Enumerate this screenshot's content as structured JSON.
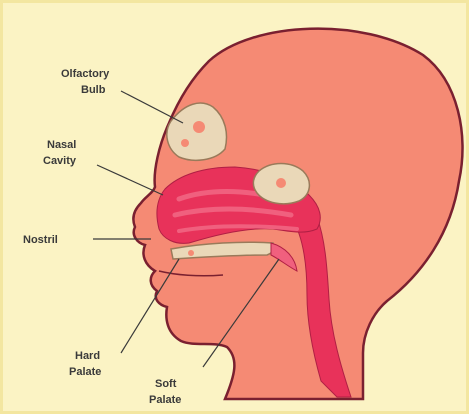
{
  "labels": {
    "olfactory_bulb_line1": "Olfactory",
    "olfactory_bulb_line2": "Bulb",
    "nasal_cavity_line1": "Nasal",
    "nasal_cavity_line2": "Cavity",
    "nostril": "Nostril",
    "hard_palate_line1": "Hard",
    "hard_palate_line2": "Palate",
    "soft_palate_line1": "Soft",
    "soft_palate_line2": "Palate"
  },
  "colors": {
    "background": "#fbf3c4",
    "skin": "#f58a74",
    "outline": "#7a2030",
    "passage": "#e8325a",
    "passage_light": "#f0607e",
    "bone": "#ead8b8"
  }
}
